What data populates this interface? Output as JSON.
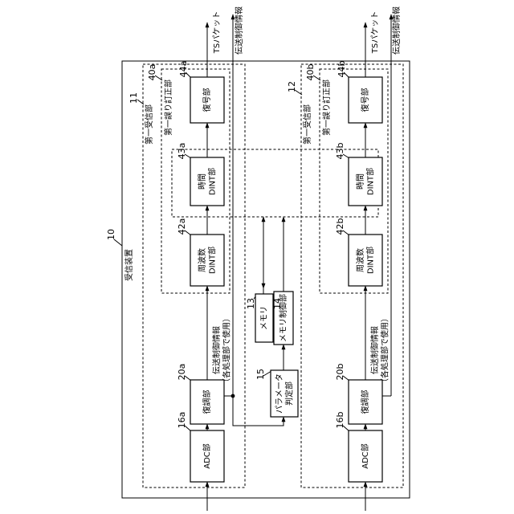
{
  "device": {
    "label": "受信装置",
    "ref": "10"
  },
  "receivers": [
    {
      "id": "a",
      "label": "第一受信部",
      "ref": "11",
      "ec_label": "第一誤り訂正部",
      "ec_ref": "40a"
    },
    {
      "id": "b",
      "label": "第一受信部",
      "ref": "12",
      "ec_label": "第一誤り訂正部",
      "ec_ref": "40b"
    }
  ],
  "blocks": {
    "adc_a": {
      "label": "ADC部",
      "ref": "16a"
    },
    "demod_a": {
      "label": "復調部",
      "ref": "20a"
    },
    "freq_a": {
      "label": "周波数\nDINT部",
      "ref": "42a"
    },
    "time_a": {
      "label": "時間\nDINT部",
      "ref": "43a"
    },
    "dec_a": {
      "label": "復号部",
      "ref": "44a"
    },
    "adc_b": {
      "label": "ADC部",
      "ref": "16b"
    },
    "demod_b": {
      "label": "復調部",
      "ref": "20b"
    },
    "freq_b": {
      "label": "周波数\nDINT部",
      "ref": "42b"
    },
    "time_b": {
      "label": "時間\nDINT部",
      "ref": "43b"
    },
    "dec_b": {
      "label": "復号部",
      "ref": "44b"
    },
    "memory": {
      "label": "メモリ",
      "ref": "13"
    },
    "memctrl": {
      "label": "メモリ制御部",
      "ref": "14"
    },
    "param": {
      "label": "パラメータ\n判定部",
      "ref": "15"
    }
  },
  "signals": {
    "ts_packet": "TSパケット",
    "tx_ctrl_info": "伝送制御情報",
    "tx_ctrl_used": "伝送制御情報\n（各処理部で使用）"
  }
}
